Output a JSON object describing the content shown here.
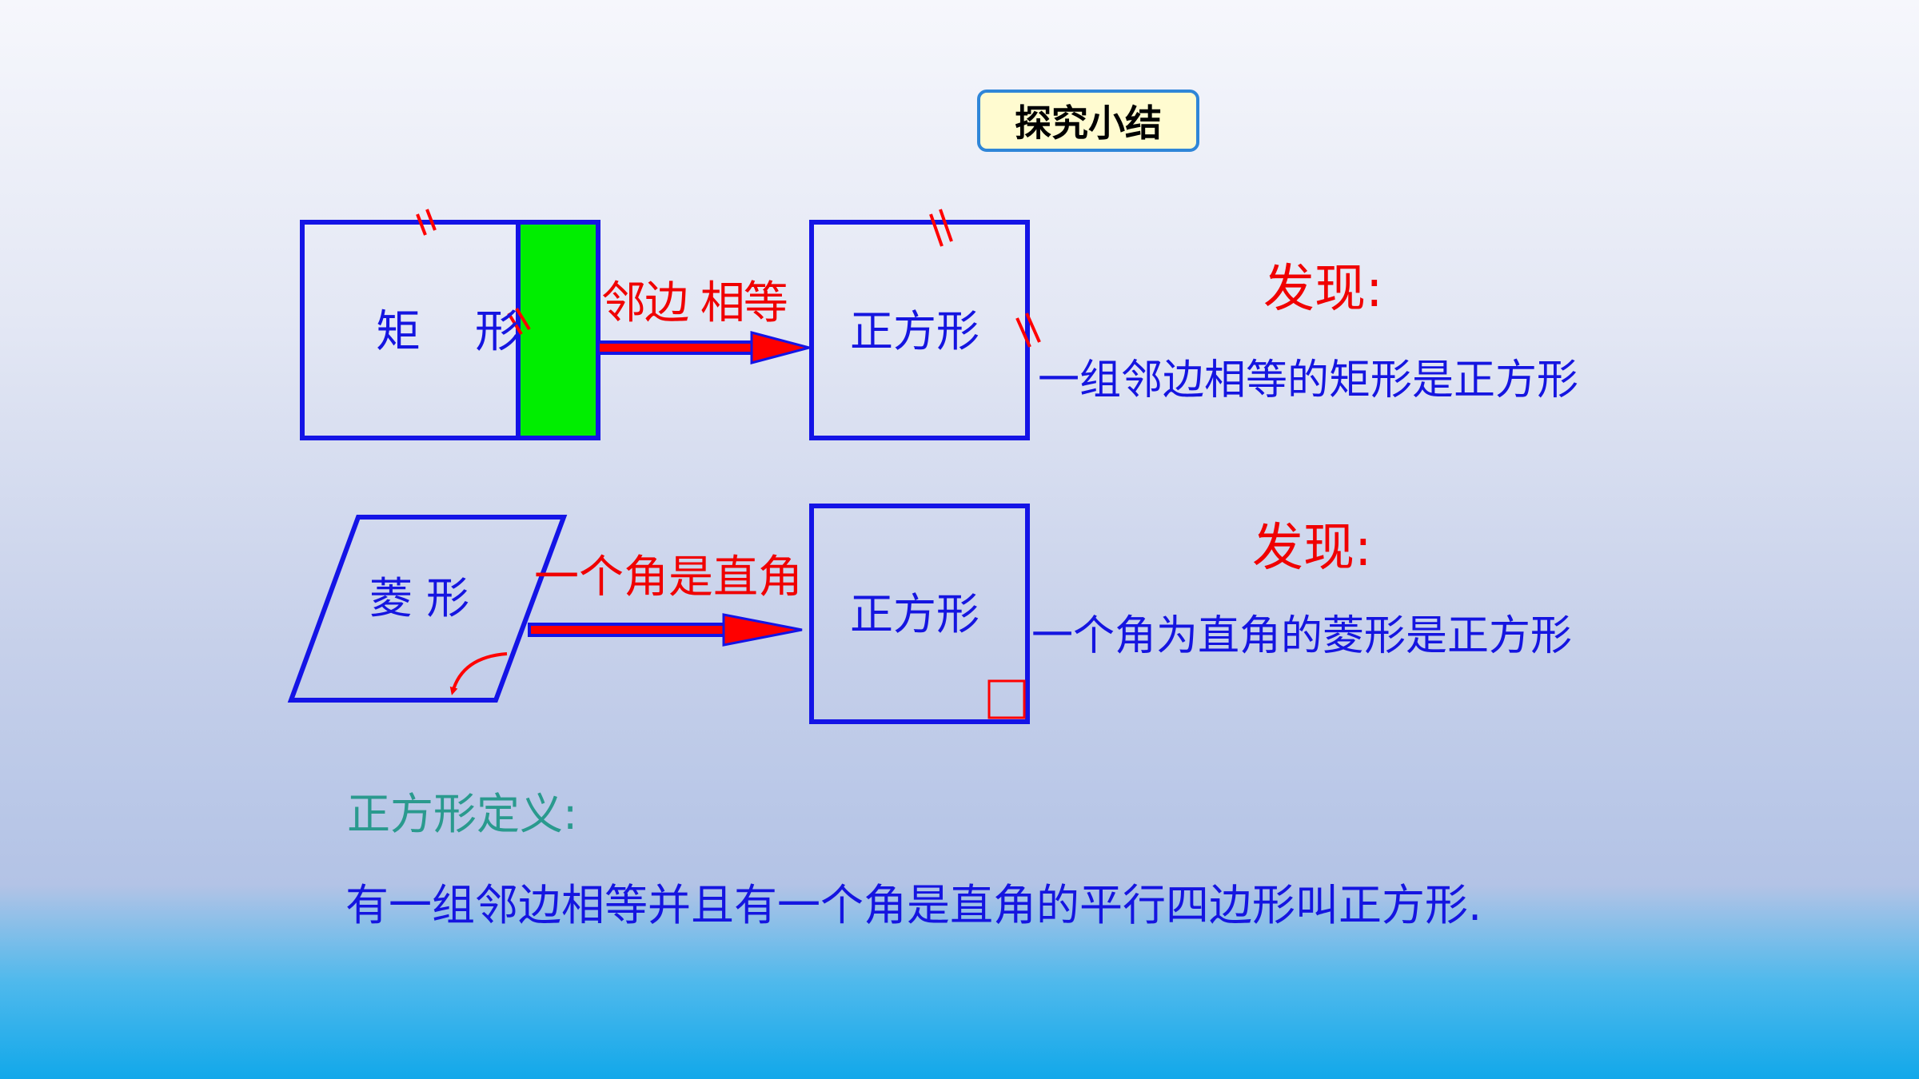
{
  "badge": {
    "label": "探究小结"
  },
  "row1": {
    "source_label_a": "矩",
    "source_label_b": "形",
    "arrow_label": "邻边 相等",
    "target_label": "正方形",
    "find_title": "发现:",
    "find_text": "一组邻边相等的矩形是正方形"
  },
  "row2": {
    "source_label": "菱 形",
    "arrow_label": "一个角是直角",
    "target_label": "正方形",
    "find_title": "发现:",
    "find_text": "一个角为直角的菱形是正方形"
  },
  "definition": {
    "title": "正方形定义:",
    "text": "有一组邻边相等并且有一个角是直角的平行四边形叫正方形."
  },
  "colors": {
    "shape_stroke": "#1414e6",
    "accent_red": "#ff0000",
    "fill_green": "#00ee00",
    "definition_title": "#2a9a8e",
    "badge_fill": "#fffbd0",
    "badge_border": "#2f86d8"
  },
  "icons": [
    "equal-mark-icon",
    "right-angle-icon",
    "rotation-arrow-icon",
    "right-arrow-icon"
  ]
}
